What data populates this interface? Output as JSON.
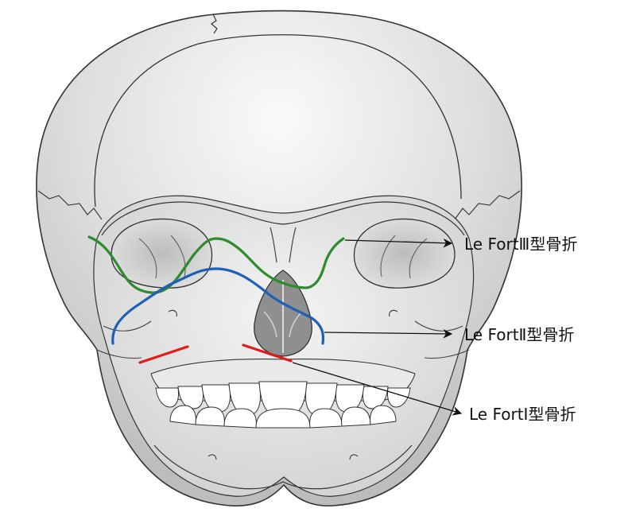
{
  "diagram": {
    "labels": {
      "le_fort_3": "Le FortⅢ型骨折",
      "le_fort_2": "Le FortⅡ型骨折",
      "le_fort_1": "Le FortⅠ型骨折"
    },
    "colors": {
      "le_fort_3_line": "#2e8b2e",
      "le_fort_2_line": "#1f5fb8",
      "le_fort_1_line": "#e01b1b",
      "bone_fill": "#d9d9d9",
      "bone_light": "#f2f2f2",
      "outline": "#333333",
      "arrow": "#111111"
    }
  }
}
